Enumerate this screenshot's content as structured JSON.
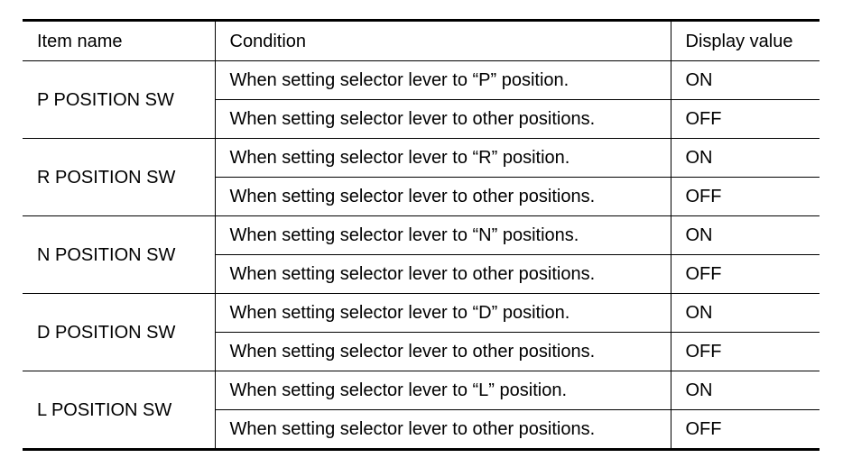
{
  "table": {
    "headers": [
      "Item name",
      "Condition",
      "Display value"
    ],
    "groups": [
      {
        "item": "P POSITION SW",
        "rows": [
          {
            "condition": "When setting selector lever to “P” position.",
            "value": "ON"
          },
          {
            "condition": "When setting selector lever to other positions.",
            "value": "OFF"
          }
        ]
      },
      {
        "item": "R POSITION SW",
        "rows": [
          {
            "condition": "When setting selector lever to “R” position.",
            "value": "ON"
          },
          {
            "condition": "When setting selector lever to other positions.",
            "value": "OFF"
          }
        ]
      },
      {
        "item": "N POSITION SW",
        "rows": [
          {
            "condition": "When setting selector lever to “N” positions.",
            "value": "ON"
          },
          {
            "condition": "When setting selector lever to other positions.",
            "value": "OFF"
          }
        ]
      },
      {
        "item": "D POSITION SW",
        "rows": [
          {
            "condition": "When setting selector lever to “D” position.",
            "value": "ON"
          },
          {
            "condition": "When setting selector lever to other positions.",
            "value": "OFF"
          }
        ]
      },
      {
        "item": "L POSITION SW",
        "rows": [
          {
            "condition": "When setting selector lever to “L” position.",
            "value": "ON"
          },
          {
            "condition": "When setting selector lever to other positions.",
            "value": "OFF"
          }
        ]
      }
    ]
  }
}
